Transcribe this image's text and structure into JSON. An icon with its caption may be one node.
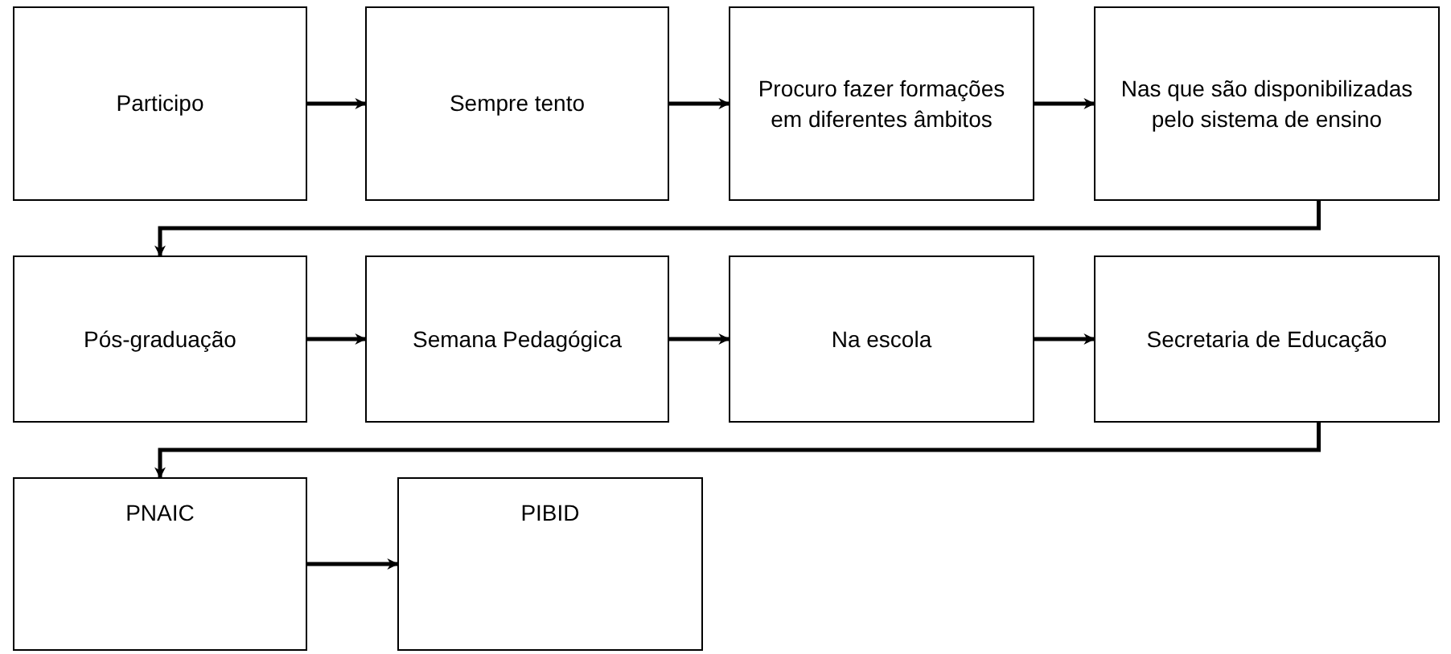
{
  "diagram": {
    "nodes": [
      {
        "text": [
          "Participo"
        ]
      },
      {
        "text": [
          "Sempre tento"
        ]
      },
      {
        "text": [
          "Procuro fazer formações em diferentes âmbitos"
        ]
      },
      {
        "text": [
          "Nas que são disponibilizadas pelo sistema de ensino"
        ]
      },
      {
        "text": [
          "Pós-graduação"
        ]
      },
      {
        "text": [
          "Semana Pedagógica"
        ]
      },
      {
        "text": [
          "Na escola"
        ]
      },
      {
        "text": [
          "Secretaria de Educação"
        ]
      },
      {
        "text": [
          "PNAIC"
        ]
      },
      {
        "text": [
          "PIBID"
        ]
      }
    ],
    "edges": [
      {
        "from": 0,
        "to": 1,
        "arrow": "to"
      },
      {
        "from": 1,
        "to": 2,
        "arrow": "to"
      },
      {
        "from": 2,
        "to": 3,
        "arrow": "to"
      },
      {
        "from": 3,
        "to": 4,
        "arrow": "to"
      },
      {
        "from": 4,
        "to": 5,
        "arrow": "to"
      },
      {
        "from": 5,
        "to": 6,
        "arrow": "to"
      },
      {
        "from": 6,
        "to": 7,
        "arrow": "to"
      },
      {
        "from": 7,
        "to": 8,
        "arrow": "to"
      },
      {
        "from": 8,
        "to": 9,
        "arrow": "to"
      }
    ]
  }
}
